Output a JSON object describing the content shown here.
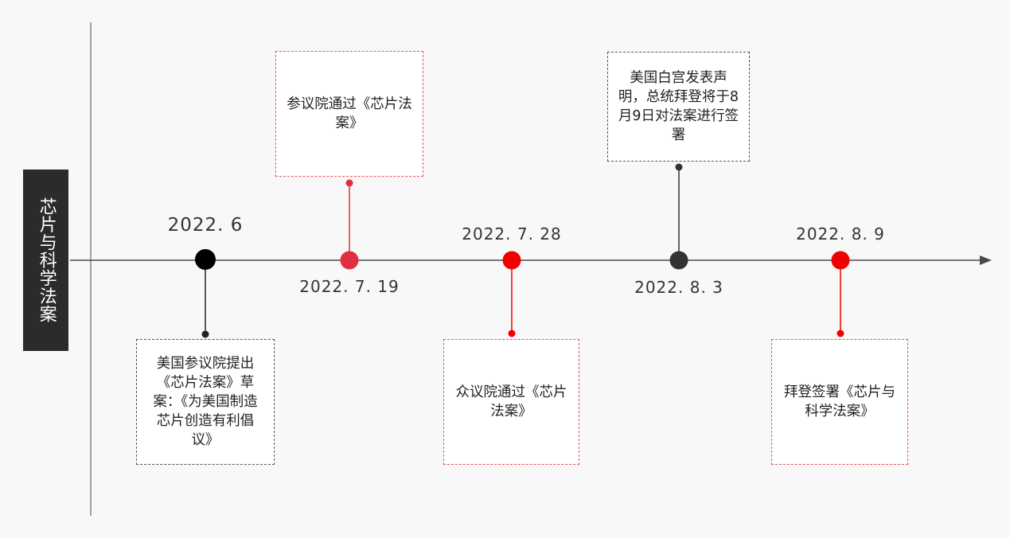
{
  "title": "芯片与科学法案",
  "colors": {
    "axis": "#4a4a4a",
    "black_dot": "#000000",
    "dark_dot": "#333333",
    "crimson": "#e03040",
    "red": "#f00000",
    "dashed_gray": "#555555",
    "dashed_red": "#e8545f"
  },
  "events": [
    {
      "date": "2022. 6",
      "text": "美国参议院提出《芯片法案》草案：《为美国制造芯片创造有利倡议》"
    },
    {
      "date": "2022. 7. 19",
      "text": "参议院通过《芯片法案》"
    },
    {
      "date": "2022. 7. 28",
      "text": "众议院通过《芯片法案》"
    },
    {
      "date": "2022. 8. 3",
      "text": "美国白宫发表声明，总统拜登将于8月9日对法案进行签署"
    },
    {
      "date": "2022. 8. 9",
      "text": "拜登签署《芯片与科学法案》"
    }
  ]
}
